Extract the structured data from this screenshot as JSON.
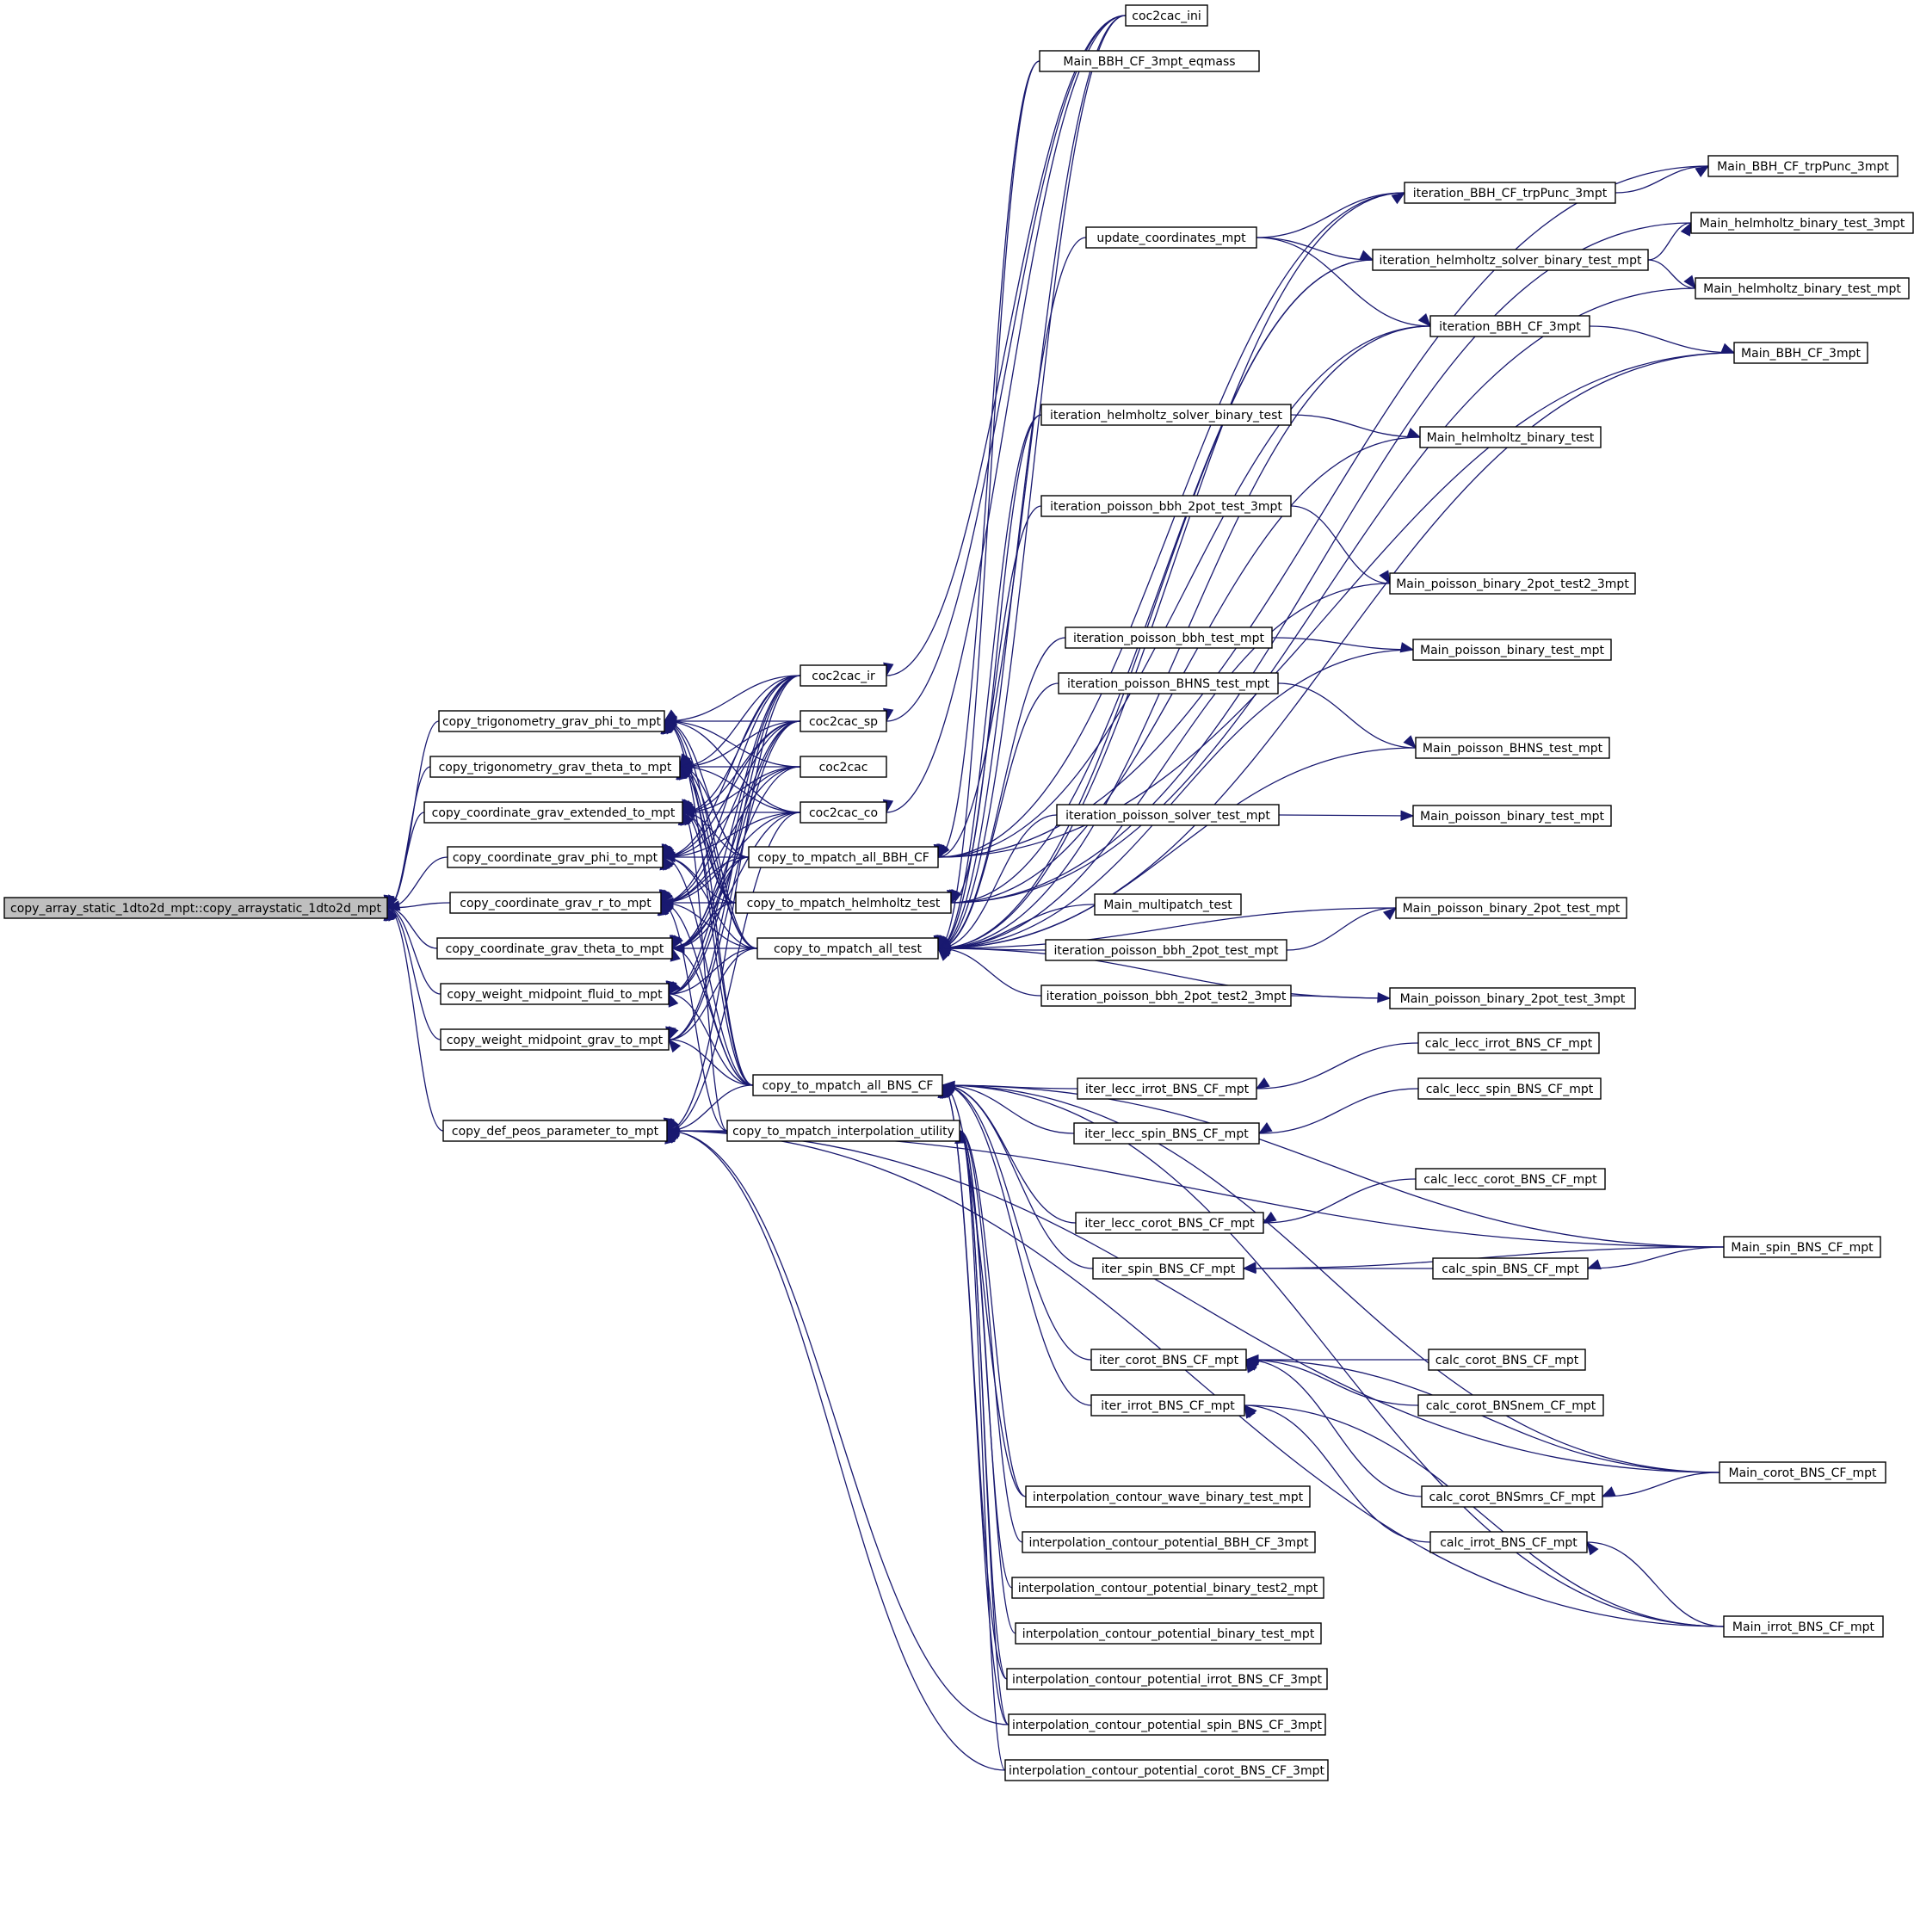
{
  "graph": {
    "root": "copy_array_static_1dto2d_mpt::copy_arraystatic_1dto2d_mpt",
    "nodes": [
      {
        "id": "root",
        "label": "copy_array_static_1dto2d_mpt::copy_arraystatic_1dto2d_mpt"
      },
      {
        "id": "trig_phi",
        "label": "copy_trigonometry_grav_phi_to_mpt"
      },
      {
        "id": "trig_theta",
        "label": "copy_trigonometry_grav_theta_to_mpt"
      },
      {
        "id": "coord_ext",
        "label": "copy_coordinate_grav_extended_to_mpt"
      },
      {
        "id": "coord_phi",
        "label": "copy_coordinate_grav_phi_to_mpt"
      },
      {
        "id": "coord_r",
        "label": "copy_coordinate_grav_r_to_mpt"
      },
      {
        "id": "coord_theta",
        "label": "copy_coordinate_grav_theta_to_mpt"
      },
      {
        "id": "wmid_fluid",
        "label": "copy_weight_midpoint_fluid_to_mpt"
      },
      {
        "id": "wmid_grav",
        "label": "copy_weight_midpoint_grav_to_mpt"
      },
      {
        "id": "def_peos",
        "label": "copy_def_peos_parameter_to_mpt"
      },
      {
        "id": "coc2cac_ir",
        "label": "coc2cac_ir"
      },
      {
        "id": "coc2cac_sp",
        "label": "coc2cac_sp"
      },
      {
        "id": "coc2cac",
        "label": "coc2cac"
      },
      {
        "id": "coc2cac_co",
        "label": "coc2cac_co"
      },
      {
        "id": "mp_bbh",
        "label": "copy_to_mpatch_all_BBH_CF"
      },
      {
        "id": "mp_helm",
        "label": "copy_to_mpatch_helmholtz_test"
      },
      {
        "id": "mp_test",
        "label": "copy_to_mpatch_all_test"
      },
      {
        "id": "mp_bns",
        "label": "copy_to_mpatch_all_BNS_CF"
      },
      {
        "id": "mp_interp",
        "label": "copy_to_mpatch_interpolation_utility"
      },
      {
        "id": "coc2cac_ini",
        "label": "coc2cac_ini"
      },
      {
        "id": "main_bbh_eqmass",
        "label": "Main_BBH_CF_3mpt_eqmass"
      },
      {
        "id": "update_coord",
        "label": "update_coordinates_mpt"
      },
      {
        "id": "it_helm_bin",
        "label": "iteration_helmholtz_solver_binary_test"
      },
      {
        "id": "it_pbbh2_3",
        "label": "iteration_poisson_bbh_2pot_test_3mpt"
      },
      {
        "id": "it_pbbh",
        "label": "iteration_poisson_bbh_test_mpt"
      },
      {
        "id": "it_pbhns",
        "label": "iteration_poisson_BHNS_test_mpt"
      },
      {
        "id": "it_psolver",
        "label": "iteration_poisson_solver_test_mpt"
      },
      {
        "id": "main_multipatch",
        "label": "Main_multipatch_test"
      },
      {
        "id": "it_pbbh2",
        "label": "iteration_poisson_bbh_2pot_test_mpt"
      },
      {
        "id": "it_pbbh2t2",
        "label": "iteration_poisson_bbh_2pot_test2_3mpt"
      },
      {
        "id": "it_bbh_trp",
        "label": "iteration_BBH_CF_trpPunc_3mpt"
      },
      {
        "id": "it_helm_bin_mpt",
        "label": "iteration_helmholtz_solver_binary_test_mpt"
      },
      {
        "id": "it_bbh3",
        "label": "iteration_BBH_CF_3mpt"
      },
      {
        "id": "main_bbh_trp",
        "label": "Main_BBH_CF_trpPunc_3mpt"
      },
      {
        "id": "main_helm_3mpt",
        "label": "Main_helmholtz_binary_test_3mpt"
      },
      {
        "id": "main_helm_mpt",
        "label": "Main_helmholtz_binary_test_mpt"
      },
      {
        "id": "main_bbh3",
        "label": "Main_BBH_CF_3mpt"
      },
      {
        "id": "main_helm",
        "label": "Main_helmholtz_binary_test"
      },
      {
        "id": "main_pb2t2_3",
        "label": "Main_poisson_binary_2pot_test2_3mpt"
      },
      {
        "id": "main_pbt",
        "label": "Main_poisson_binary_test_mpt"
      },
      {
        "id": "main_pbhns",
        "label": "Main_poisson_BHNS_test_mpt"
      },
      {
        "id": "main_pbt2",
        "label": "Main_poisson_binary_test_mpt"
      },
      {
        "id": "main_pb2",
        "label": "Main_poisson_binary_2pot_test_mpt"
      },
      {
        "id": "main_pb2_3",
        "label": "Main_poisson_binary_2pot_test_3mpt"
      },
      {
        "id": "iter_lecc_irrot",
        "label": "iter_lecc_irrot_BNS_CF_mpt"
      },
      {
        "id": "iter_lecc_spin",
        "label": "iter_lecc_spin_BNS_CF_mpt"
      },
      {
        "id": "iter_lecc_corot",
        "label": "iter_lecc_corot_BNS_CF_mpt"
      },
      {
        "id": "iter_spin",
        "label": "iter_spin_BNS_CF_mpt"
      },
      {
        "id": "iter_corot",
        "label": "iter_corot_BNS_CF_mpt"
      },
      {
        "id": "iter_irrot",
        "label": "iter_irrot_BNS_CF_mpt"
      },
      {
        "id": "calc_lecc_irrot",
        "label": "calc_lecc_irrot_BNS_CF_mpt"
      },
      {
        "id": "calc_lecc_spin",
        "label": "calc_lecc_spin_BNS_CF_mpt"
      },
      {
        "id": "calc_lecc_corot",
        "label": "calc_lecc_corot_BNS_CF_mpt"
      },
      {
        "id": "calc_spin",
        "label": "calc_spin_BNS_CF_mpt"
      },
      {
        "id": "calc_corot",
        "label": "calc_corot_BNS_CF_mpt"
      },
      {
        "id": "calc_corot_nem",
        "label": "calc_corot_BNSnem_CF_mpt"
      },
      {
        "id": "calc_corot_mrs",
        "label": "calc_corot_BNSmrs_CF_mpt"
      },
      {
        "id": "calc_irrot",
        "label": "calc_irrot_BNS_CF_mpt"
      },
      {
        "id": "main_spin",
        "label": "Main_spin_BNS_CF_mpt"
      },
      {
        "id": "main_corot",
        "label": "Main_corot_BNS_CF_mpt"
      },
      {
        "id": "main_irrot",
        "label": "Main_irrot_BNS_CF_mpt"
      },
      {
        "id": "ic_wave",
        "label": "interpolation_contour_wave_binary_test_mpt"
      },
      {
        "id": "ic_bbh",
        "label": "interpolation_contour_potential_BBH_CF_3mpt"
      },
      {
        "id": "ic_bt2",
        "label": "interpolation_contour_potential_binary_test2_mpt"
      },
      {
        "id": "ic_bt",
        "label": "interpolation_contour_potential_binary_test_mpt"
      },
      {
        "id": "ic_irrot",
        "label": "interpolation_contour_potential_irrot_BNS_CF_3mpt"
      },
      {
        "id": "ic_spin",
        "label": "interpolation_contour_potential_spin_BNS_CF_3mpt"
      },
      {
        "id": "ic_corot",
        "label": "interpolation_contour_potential_corot_BNS_CF_3mpt"
      }
    ],
    "edges": [
      [
        "trig_phi",
        "root"
      ],
      [
        "trig_theta",
        "root"
      ],
      [
        "coord_ext",
        "root"
      ],
      [
        "coord_phi",
        "root"
      ],
      [
        "coord_r",
        "root"
      ],
      [
        "coord_theta",
        "root"
      ],
      [
        "wmid_fluid",
        "root"
      ],
      [
        "wmid_grav",
        "root"
      ],
      [
        "def_peos",
        "root"
      ],
      [
        "coc2cac_ir",
        "trig_phi"
      ],
      [
        "coc2cac_sp",
        "trig_phi"
      ],
      [
        "coc2cac",
        "trig_phi"
      ],
      [
        "coc2cac_co",
        "trig_phi"
      ],
      [
        "mp_bbh",
        "trig_phi"
      ],
      [
        "mp_helm",
        "trig_phi"
      ],
      [
        "mp_test",
        "trig_phi"
      ],
      [
        "mp_bns",
        "trig_phi"
      ],
      [
        "coc2cac_ir",
        "trig_theta"
      ],
      [
        "coc2cac_sp",
        "trig_theta"
      ],
      [
        "coc2cac",
        "trig_theta"
      ],
      [
        "coc2cac_co",
        "trig_theta"
      ],
      [
        "mp_bbh",
        "trig_theta"
      ],
      [
        "mp_helm",
        "trig_theta"
      ],
      [
        "mp_test",
        "trig_theta"
      ],
      [
        "mp_bns",
        "trig_theta"
      ],
      [
        "coc2cac_ir",
        "coord_ext"
      ],
      [
        "coc2cac_sp",
        "coord_ext"
      ],
      [
        "coc2cac",
        "coord_ext"
      ],
      [
        "coc2cac_co",
        "coord_ext"
      ],
      [
        "mp_bbh",
        "coord_ext"
      ],
      [
        "mp_helm",
        "coord_ext"
      ],
      [
        "mp_test",
        "coord_ext"
      ],
      [
        "mp_bns",
        "coord_ext"
      ],
      [
        "mp_interp",
        "coord_ext"
      ],
      [
        "coc2cac_ir",
        "coord_phi"
      ],
      [
        "coc2cac_sp",
        "coord_phi"
      ],
      [
        "coc2cac",
        "coord_phi"
      ],
      [
        "coc2cac_co",
        "coord_phi"
      ],
      [
        "mp_bbh",
        "coord_phi"
      ],
      [
        "mp_helm",
        "coord_phi"
      ],
      [
        "mp_test",
        "coord_phi"
      ],
      [
        "mp_bns",
        "coord_phi"
      ],
      [
        "coc2cac_ir",
        "coord_r"
      ],
      [
        "coc2cac_sp",
        "coord_r"
      ],
      [
        "coc2cac",
        "coord_r"
      ],
      [
        "coc2cac_co",
        "coord_r"
      ],
      [
        "mp_bbh",
        "coord_r"
      ],
      [
        "mp_helm",
        "coord_r"
      ],
      [
        "mp_test",
        "coord_r"
      ],
      [
        "mp_bns",
        "coord_r"
      ],
      [
        "mp_interp",
        "coord_r"
      ],
      [
        "coc2cac_ir",
        "coord_theta"
      ],
      [
        "coc2cac_sp",
        "coord_theta"
      ],
      [
        "coc2cac",
        "coord_theta"
      ],
      [
        "coc2cac_co",
        "coord_theta"
      ],
      [
        "mp_bbh",
        "coord_theta"
      ],
      [
        "mp_helm",
        "coord_theta"
      ],
      [
        "mp_test",
        "coord_theta"
      ],
      [
        "mp_bns",
        "coord_theta"
      ],
      [
        "coc2cac_ir",
        "wmid_fluid"
      ],
      [
        "coc2cac_sp",
        "wmid_fluid"
      ],
      [
        "mp_bbh",
        "wmid_fluid"
      ],
      [
        "mp_test",
        "wmid_fluid"
      ],
      [
        "mp_bns",
        "wmid_fluid"
      ],
      [
        "coc2cac_ir",
        "wmid_grav"
      ],
      [
        "coc2cac_sp",
        "wmid_grav"
      ],
      [
        "mp_test",
        "wmid_grav"
      ],
      [
        "mp_bns",
        "wmid_grav"
      ],
      [
        "mp_interp",
        "def_peos"
      ],
      [
        "mp_bns",
        "def_peos"
      ],
      [
        "coc2cac_ir",
        "def_peos"
      ],
      [
        "coc2cac_co",
        "def_peos"
      ],
      [
        "ic_corot",
        "def_peos"
      ],
      [
        "ic_spin",
        "def_peos"
      ],
      [
        "main_spin",
        "def_peos"
      ],
      [
        "main_corot",
        "def_peos"
      ],
      [
        "main_irrot",
        "def_peos"
      ],
      [
        "coc2cac_ini",
        "coc2cac_ir"
      ],
      [
        "coc2cac_ini",
        "coc2cac_sp"
      ],
      [
        "coc2cac_ini",
        "coc2cac_co"
      ],
      [
        "coc2cac_ini",
        "mp_bbh"
      ],
      [
        "main_bbh_eqmass",
        "mp_bbh"
      ],
      [
        "main_bbh_trp",
        "mp_bbh"
      ],
      [
        "main_bbh3",
        "mp_bbh"
      ],
      [
        "it_bbh_trp",
        "mp_bbh"
      ],
      [
        "it_bbh3",
        "mp_bbh"
      ],
      [
        "it_helm_bin_mpt",
        "mp_helm"
      ],
      [
        "main_helm_mpt",
        "mp_helm"
      ],
      [
        "main_helm_3mpt",
        "mp_helm"
      ],
      [
        "it_helm_bin",
        "mp_helm"
      ],
      [
        "main_helm",
        "mp_helm"
      ],
      [
        "coc2cac_ini",
        "mp_test"
      ],
      [
        "update_coord",
        "mp_test"
      ],
      [
        "it_helm_bin",
        "mp_test"
      ],
      [
        "it_pbbh2_3",
        "mp_test"
      ],
      [
        "it_pbbh",
        "mp_test"
      ],
      [
        "it_pbhns",
        "mp_test"
      ],
      [
        "it_psolver",
        "mp_test"
      ],
      [
        "main_multipatch",
        "mp_test"
      ],
      [
        "it_pbbh2",
        "mp_test"
      ],
      [
        "it_pbbh2t2",
        "mp_test"
      ],
      [
        "main_pb2t2_3",
        "mp_test"
      ],
      [
        "main_pbt",
        "mp_test"
      ],
      [
        "main_pbhns",
        "mp_test"
      ],
      [
        "main_pb2",
        "mp_test"
      ],
      [
        "main_pb2_3",
        "mp_test"
      ],
      [
        "main_bbh_eqmass",
        "mp_test"
      ],
      [
        "main_bbh3",
        "mp_test"
      ],
      [
        "it_bbh_trp",
        "mp_test"
      ],
      [
        "it_helm_bin_mpt",
        "mp_test"
      ],
      [
        "it_bbh3",
        "mp_test"
      ],
      [
        "update_coord",
        "it_bbh_trp"
      ],
      [
        "update_coord",
        "it_helm_bin_mpt"
      ],
      [
        "update_coord",
        "it_bbh3"
      ],
      [
        "it_bbh_trp",
        "main_bbh_trp"
      ],
      [
        "it_helm_bin_mpt",
        "main_helm_3mpt"
      ],
      [
        "it_helm_bin_mpt",
        "main_helm_mpt"
      ],
      [
        "it_bbh3",
        "main_bbh3"
      ],
      [
        "it_helm_bin",
        "main_helm"
      ],
      [
        "it_pbbh2_3",
        "main_pb2t2_3"
      ],
      [
        "it_pbbh",
        "main_pbt"
      ],
      [
        "it_pbhns",
        "main_pbhns"
      ],
      [
        "it_psolver",
        "main_pbt2"
      ],
      [
        "it_pbbh2",
        "main_pb2"
      ],
      [
        "it_pbbh2t2",
        "main_pb2_3"
      ],
      [
        "iter_lecc_irrot",
        "mp_bns"
      ],
      [
        "iter_lecc_spin",
        "mp_bns"
      ],
      [
        "iter_lecc_corot",
        "mp_bns"
      ],
      [
        "iter_spin",
        "mp_bns"
      ],
      [
        "iter_corot",
        "mp_bns"
      ],
      [
        "iter_irrot",
        "mp_bns"
      ],
      [
        "main_spin",
        "mp_bns"
      ],
      [
        "main_corot",
        "mp_bns"
      ],
      [
        "main_irrot",
        "mp_bns"
      ],
      [
        "ic_wave",
        "mp_bns"
      ],
      [
        "ic_irrot",
        "mp_bns"
      ],
      [
        "ic_spin",
        "mp_bns"
      ],
      [
        "calc_lecc_irrot",
        "iter_lecc_irrot"
      ],
      [
        "calc_lecc_spin",
        "iter_lecc_spin"
      ],
      [
        "calc_lecc_corot",
        "iter_lecc_corot"
      ],
      [
        "calc_spin",
        "iter_spin"
      ],
      [
        "main_spin",
        "iter_spin"
      ],
      [
        "main_spin",
        "calc_spin"
      ],
      [
        "calc_corot",
        "iter_corot"
      ],
      [
        "calc_corot_nem",
        "iter_corot"
      ],
      [
        "calc_corot_mrs",
        "iter_corot"
      ],
      [
        "main_corot",
        "iter_corot"
      ],
      [
        "main_corot",
        "calc_corot_mrs"
      ],
      [
        "calc_irrot",
        "iter_irrot"
      ],
      [
        "main_irrot",
        "iter_irrot"
      ],
      [
        "main_irrot",
        "calc_irrot"
      ],
      [
        "ic_wave",
        "mp_interp"
      ],
      [
        "ic_bbh",
        "mp_interp"
      ],
      [
        "ic_bt2",
        "mp_interp"
      ],
      [
        "ic_bt",
        "mp_interp"
      ],
      [
        "ic_irrot",
        "mp_interp"
      ],
      [
        "ic_spin",
        "mp_interp"
      ],
      [
        "ic_corot",
        "mp_interp"
      ]
    ]
  }
}
